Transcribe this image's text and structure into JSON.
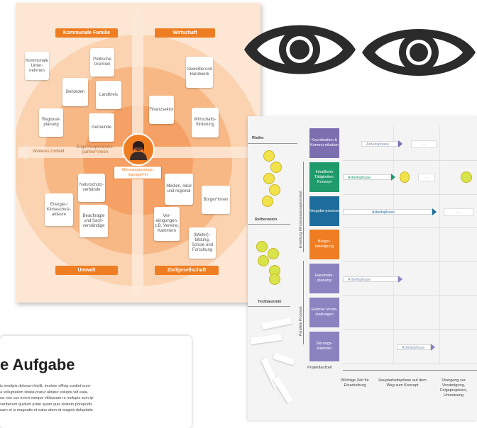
{
  "map": {
    "labels": {
      "kommunale_familie": "Kommunale Familie",
      "wirtschaft": "Wirtschaft",
      "umwelt": "Umwelt",
      "zivilgesellschaft": "Zivilgesellschaft",
      "weiteres_umfeld": "Weiteres Umfeld",
      "enge_partner": "Enge Kooperations-partner*innen",
      "manager": "Klimaanpassungs-manager*in"
    },
    "cards": [
      "Kommunale Unter-nehmen",
      "Politische Gremien",
      "Behörden",
      "Landkreis",
      "Regional-planung",
      "Gemeinde",
      "Gewerbe und Handwerk",
      "Finanzsektor",
      "Wirtschafts-förderung",
      "Naturschutz-verbände",
      "Energie-/ Klimaschutz-akteure",
      "Beauftragte und Sach-verständige",
      "Medien, lokal und regional",
      "Bürger*innen",
      "Ver-einigungen, z.B. Vereine, Kammern",
      "(Weiter) -bildung, Schule und Forschung"
    ]
  },
  "board": {
    "sections": [
      "Risiko",
      "Reihenstein",
      "Textbaustein"
    ],
    "rows": [
      {
        "label": "Koordination & Kommu-nikation",
        "color": "#7c6fb0"
      },
      {
        "label": "Inhaltliche Tätigkeiten, Konzept",
        "color": "#1e9a6b"
      },
      {
        "label": "Vergabe-prozess",
        "color": "#1d6d9c"
      },
      {
        "label": "Bürger-beteiligung",
        "color": "#ef7d22"
      },
      {
        "label": "Haushalts-planung",
        "color": "#8a83c0"
      },
      {
        "label": "Externe Veran-staltungen",
        "color": "#8a83c0"
      },
      {
        "label": "Sitzungs-kalender",
        "color": "#8a83c0"
      }
    ],
    "phase_label": "Arbeitsphase",
    "side_label_top": "Erstellung Klimaanpassungskonzept",
    "side_label_bottom": "Parallele Prozesse",
    "timeline_label": "Projektlaufzeit",
    "timeline_segments": [
      "Wichtige Zeit für Einarbeitung",
      "Hauptarbeitsphase auf dem Weg zum Konzept",
      "Übergang zur Verstetigung, Folgeprojekten, Umsetzung"
    ]
  },
  "text_card": {
    "heading": "e Aufgabe",
    "lines": [
      "is modipis dolorum hicilit, imolore officip suntint eum-",
      "a volluptatem sitatia pratur alitatur solupta vid eata-",
      "ea non cus event eseque vitibusam re molupis sum ip-",
      "xeriberum quidunt prate quam quis sitatem porepudis",
      "uam et is magnatis et eatur atem et magnis doluptatis-"
    ]
  },
  "eyes": {
    "icon": "eye-icon",
    "color": "#2b2b2b",
    "count": 2
  }
}
